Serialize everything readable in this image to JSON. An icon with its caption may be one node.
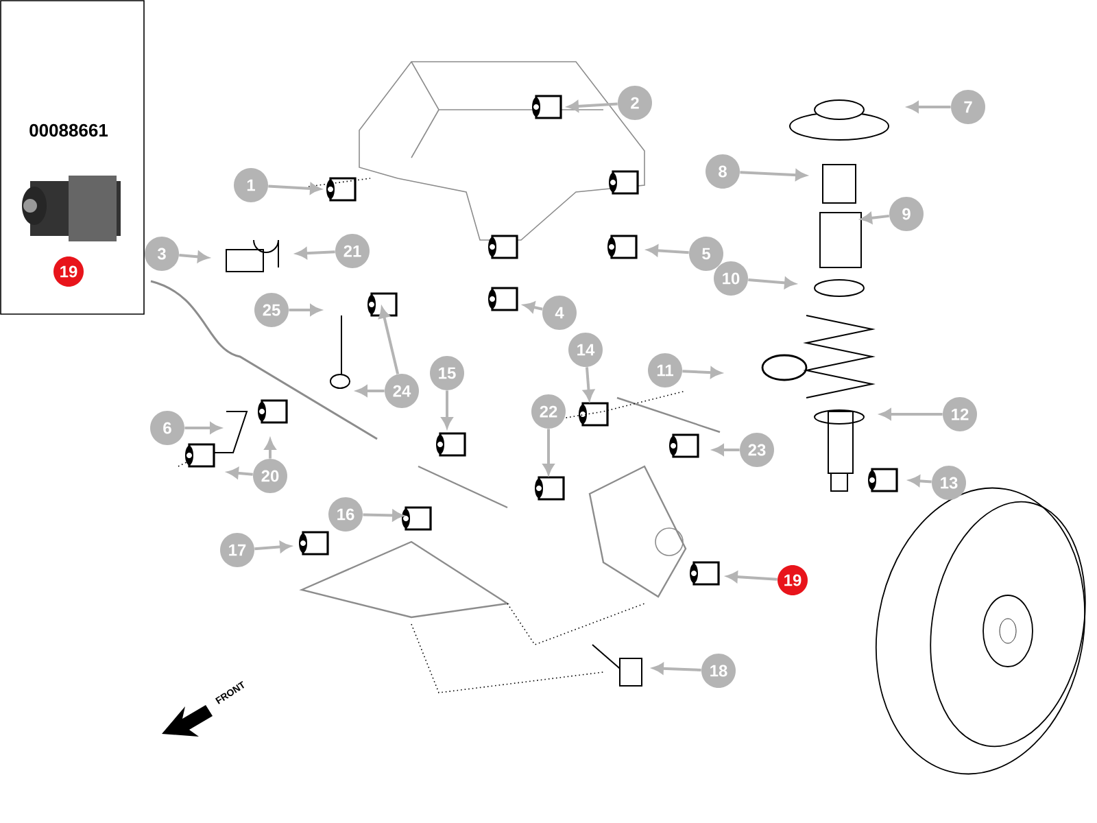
{
  "diagram": {
    "nodes": [
      {
        "text": [
          "19"
        ]
      },
      {
        "text": [
          "1"
        ]
      },
      {
        "text": [
          "2"
        ]
      },
      {
        "text": [
          "3"
        ]
      },
      {
        "text": [
          "4"
        ]
      },
      {
        "text": [
          "5"
        ]
      },
      {
        "text": [
          "6"
        ]
      },
      {
        "text": [
          "7"
        ]
      },
      {
        "text": [
          "8"
        ]
      },
      {
        "text": [
          "9"
        ]
      },
      {
        "text": [
          "10"
        ]
      },
      {
        "text": [
          "11"
        ]
      },
      {
        "text": [
          "12"
        ]
      },
      {
        "text": [
          "13"
        ]
      },
      {
        "text": [
          "14"
        ]
      },
      {
        "text": [
          "15"
        ]
      },
      {
        "text": [
          "16"
        ]
      },
      {
        "text": [
          "17"
        ]
      },
      {
        "text": [
          "18"
        ]
      },
      {
        "text": [
          "19"
        ]
      },
      {
        "text": [
          "20"
        ]
      },
      {
        "text": [
          "21"
        ]
      },
      {
        "text": [
          "22"
        ]
      },
      {
        "text": [
          "23"
        ]
      },
      {
        "text": [
          "24"
        ]
      },
      {
        "text": [
          "25"
        ]
      }
    ],
    "edges": [
      {
        "from": 1,
        "to": null,
        "arrow": "to"
      },
      {
        "from": 2,
        "to": null,
        "arrow": "to"
      },
      {
        "from": 3,
        "to": null,
        "arrow": "to"
      },
      {
        "from": 4,
        "to": null,
        "arrow": "to"
      },
      {
        "from": 5,
        "to": null,
        "arrow": "to"
      },
      {
        "from": 6,
        "to": null,
        "arrow": "to"
      },
      {
        "from": 7,
        "to": null,
        "arrow": "to"
      },
      {
        "from": 8,
        "to": null,
        "arrow": "to"
      },
      {
        "from": 9,
        "to": null,
        "arrow": "to"
      },
      {
        "from": 10,
        "to": null,
        "arrow": "to"
      },
      {
        "from": 11,
        "to": null,
        "arrow": "to"
      },
      {
        "from": 12,
        "to": null,
        "arrow": "to"
      },
      {
        "from": 13,
        "to": null,
        "arrow": "to"
      },
      {
        "from": 14,
        "to": null,
        "arrow": "to"
      },
      {
        "from": 15,
        "to": null,
        "arrow": "to"
      },
      {
        "from": 16,
        "to": null,
        "arrow": "to"
      },
      {
        "from": 17,
        "to": null,
        "arrow": "to"
      },
      {
        "from": 18,
        "to": null,
        "arrow": "to"
      },
      {
        "from": 19,
        "to": null,
        "arrow": "to"
      },
      {
        "from": 20,
        "to": null,
        "arrow": "to"
      },
      {
        "from": 20,
        "to": null,
        "arrow": "to"
      },
      {
        "from": 21,
        "to": null,
        "arrow": "to"
      },
      {
        "from": 22,
        "to": null,
        "arrow": "to"
      },
      {
        "from": 23,
        "to": null,
        "arrow": "to"
      },
      {
        "from": 24,
        "to": null,
        "arrow": "to"
      },
      {
        "from": 24,
        "to": null,
        "arrow": "to"
      },
      {
        "from": 25,
        "to": null,
        "arrow": "to"
      }
    ],
    "labels": [
      "00088661",
      "FRONT"
    ]
  }
}
